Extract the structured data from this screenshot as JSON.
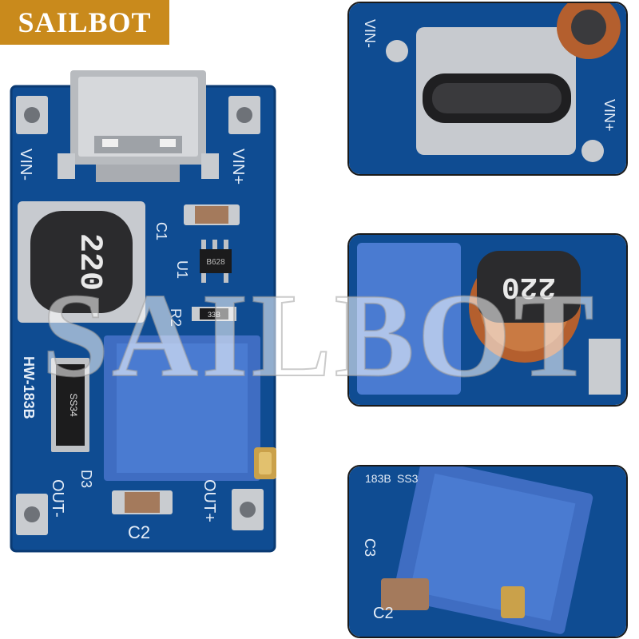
{
  "brand": {
    "name": "SAILBOT",
    "badge_color": "#c98a1c"
  },
  "watermark": "SAILBOT",
  "board": {
    "model": "HW-183B",
    "pcb_color": "#0f4c92",
    "inductor_marking": "220",
    "ic_marking": "B628",
    "resistor_marking": "33B",
    "diode_marking": "SS34",
    "labels": {
      "vin_minus": "VIN-",
      "vin_plus": "VIN+",
      "out_minus": "OUT-",
      "out_plus": "OUT+",
      "c1": "C1",
      "c2": "C2",
      "u1": "U1",
      "r2": "R2",
      "d3": "D3"
    }
  },
  "details": [
    {
      "name": "usb-c-connector-closeup",
      "labels": [
        "VIN-",
        "VIN+"
      ]
    },
    {
      "name": "inductor-closeup",
      "marking": "220"
    },
    {
      "name": "potentiometer-closeup",
      "labels": [
        "C3",
        "C2",
        "SS3",
        "183B"
      ]
    }
  ]
}
